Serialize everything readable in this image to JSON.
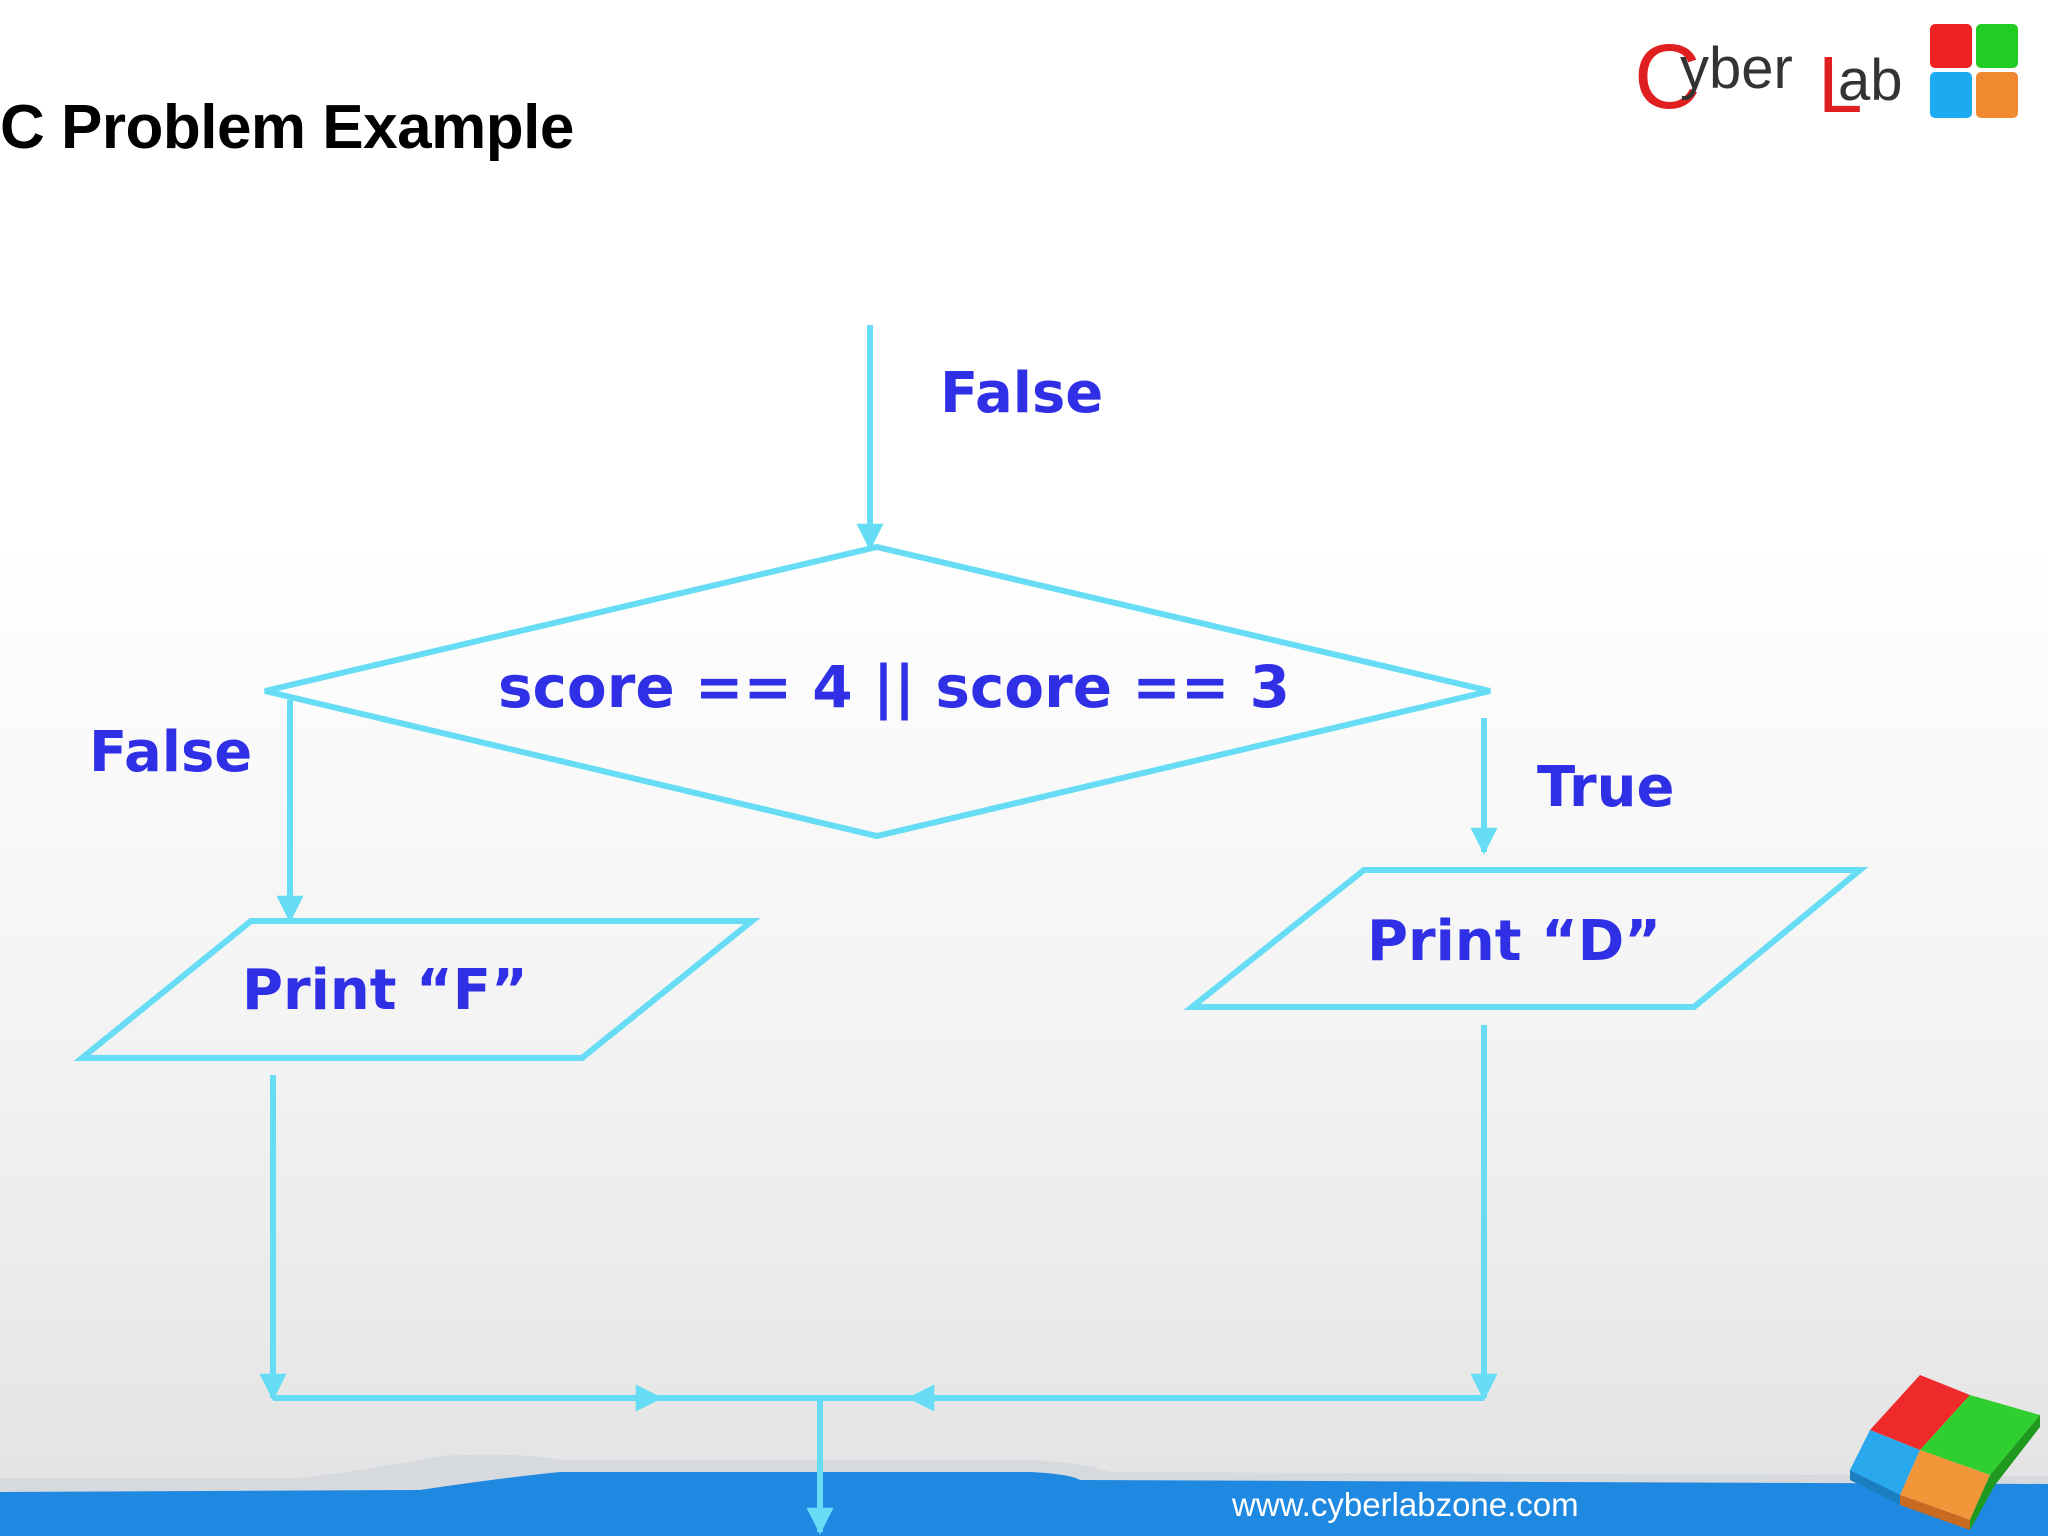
{
  "slide": {
    "title": "C Problem Example",
    "footer_url": "www.cyberlabzone.com"
  },
  "logo": {
    "text_cyber": "yber",
    "text_lab": "ab",
    "letter_c": "C",
    "letter_l": "L",
    "colors": [
      "#ee2222",
      "#22cc22",
      "#1eaaf0",
      "#f08a30"
    ]
  },
  "flowchart": {
    "entry_label": "False",
    "decision": "score == 4 || score == 3",
    "false_label": "False",
    "true_label": "True",
    "false_action": "Print “F”",
    "true_action": "Print “D”"
  },
  "colors": {
    "line": "#66ddf5",
    "label": "#2f2fe6",
    "footer_band": "#1f88e0"
  }
}
